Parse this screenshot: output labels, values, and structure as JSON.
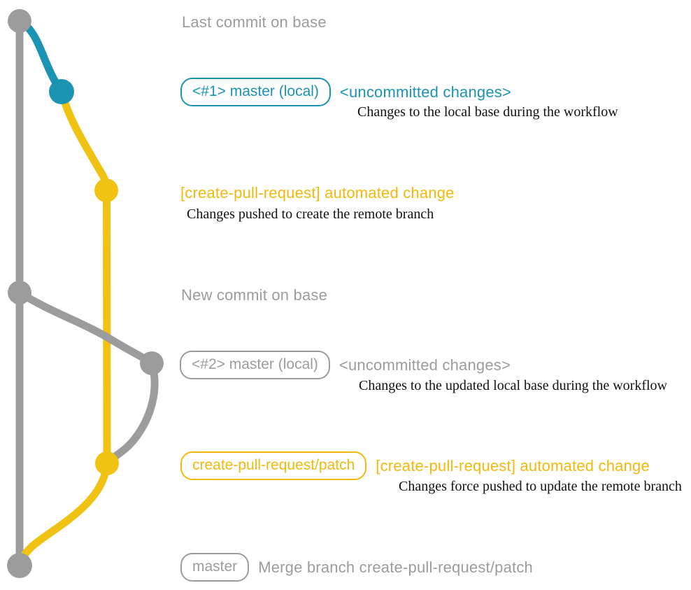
{
  "colors": {
    "gray": "#9c9c9c",
    "teal": "#1b93b3",
    "yellow": "#f0c213",
    "yellow_text": "#f0b90e",
    "description_text": "#111111",
    "background": "#ffffff"
  },
  "graph": {
    "branches": [
      {
        "id": "base",
        "color_name": "gray"
      },
      {
        "id": "master-local",
        "color_name": "teal"
      },
      {
        "id": "create-pull-request-patch",
        "color_name": "yellow"
      }
    ],
    "nodes": [
      {
        "id": "last-commit-on-base",
        "color_name": "gray"
      },
      {
        "id": "master-local-1",
        "color_name": "teal"
      },
      {
        "id": "create-pull-request-commit-1",
        "color_name": "yellow"
      },
      {
        "id": "new-commit-on-base",
        "color_name": "gray"
      },
      {
        "id": "master-local-2",
        "color_name": "gray"
      },
      {
        "id": "create-pull-request-commit-2",
        "color_name": "yellow"
      },
      {
        "id": "merge-commit",
        "color_name": "gray"
      }
    ]
  },
  "annotations": {
    "row1": {
      "message": "Last commit on base"
    },
    "row2": {
      "branch_label": "<#1> master (local)",
      "message": "<uncommitted changes>",
      "description": "Changes to the local base during the workflow"
    },
    "row3": {
      "message": "[create-pull-request] automated change",
      "description": "Changes pushed to create the remote branch"
    },
    "row4": {
      "message": "New commit on base"
    },
    "row5": {
      "branch_label": "<#2> master (local)",
      "message": "<uncommitted changes>",
      "description": "Changes to the updated local base during the workflow"
    },
    "row6": {
      "branch_label": "create-pull-request/patch",
      "message": "[create-pull-request] automated change",
      "description": "Changes force pushed to update the remote branch"
    },
    "row7": {
      "branch_label": "master",
      "message": "Merge branch create-pull-request/patch"
    }
  }
}
